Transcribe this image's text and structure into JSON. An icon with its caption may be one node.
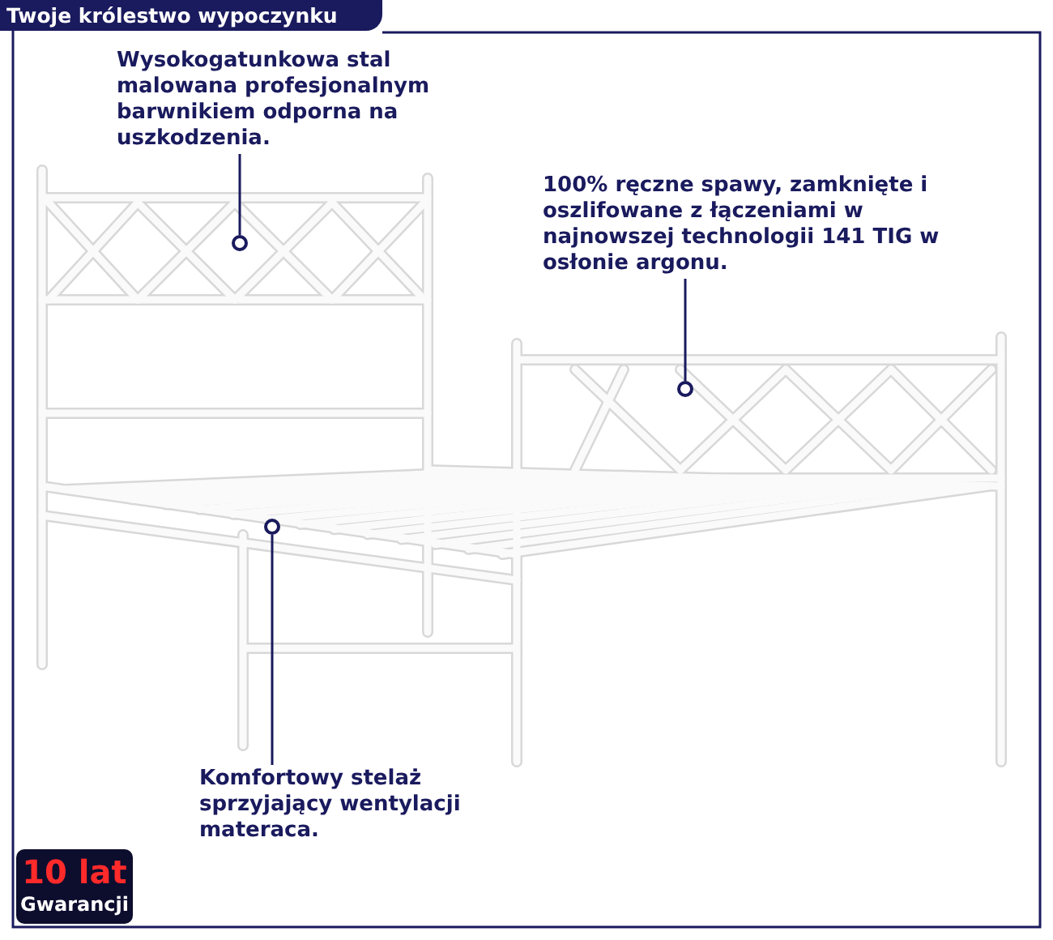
{
  "diagram": {
    "nodes": [
      {
        "text": [
          "Twoje królestwo wypoczynku"
        ]
      },
      {
        "text": [
          "Wysokogatunkowa stal malowana profesjonalnym barwnikiem odporna na uszkodzenia."
        ]
      },
      {
        "text": [],
        "shape": "circle"
      },
      {
        "text": [
          "100% ręczne spawy, zamknięte i oszlifowane z łączeniami w najnowszej technologii 141 TIG w osłonie argonu."
        ]
      },
      {
        "text": [],
        "shape": "circle"
      },
      {
        "text": [],
        "shape": "circle"
      },
      {
        "text": [
          "Komfortowy stelaż sprzyjający wentylacji materaca."
        ]
      },
      {
        "text": [
          "10 lat",
          "Gwarancji"
        ]
      }
    ],
    "edges": [
      {
        "from": 1,
        "to": 2,
        "arrow": "none"
      },
      {
        "from": 3,
        "to": 4,
        "arrow": "none"
      },
      {
        "from": 6,
        "to": 5,
        "arrow": "none"
      }
    ]
  }
}
